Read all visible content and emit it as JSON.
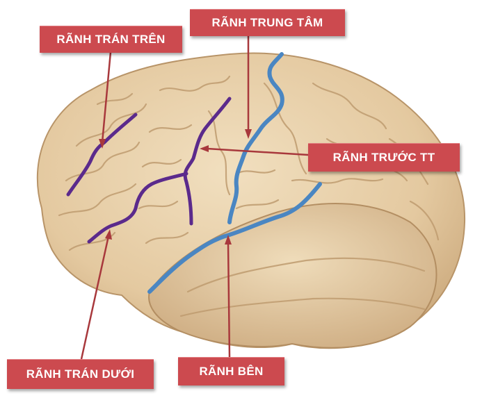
{
  "labels": {
    "superior_frontal": "RÃNH TRÁN TRÊN",
    "central": "RÃNH TRUNG TÂM",
    "precentral": "RÃNH TRƯỚC TT",
    "inferior_frontal": "RÃNH TRÁN DƯỚI",
    "lateral": "RÃNH BÊN"
  },
  "colors": {
    "label_background": "#cc4a4f",
    "label_text": "#ffffff",
    "pointer_line": "#a8383c",
    "frontal_sulci_trace": "#5b2a8c",
    "central_lateral_trace": "#4a86c2",
    "brain_surface": "#e9d2ac"
  }
}
